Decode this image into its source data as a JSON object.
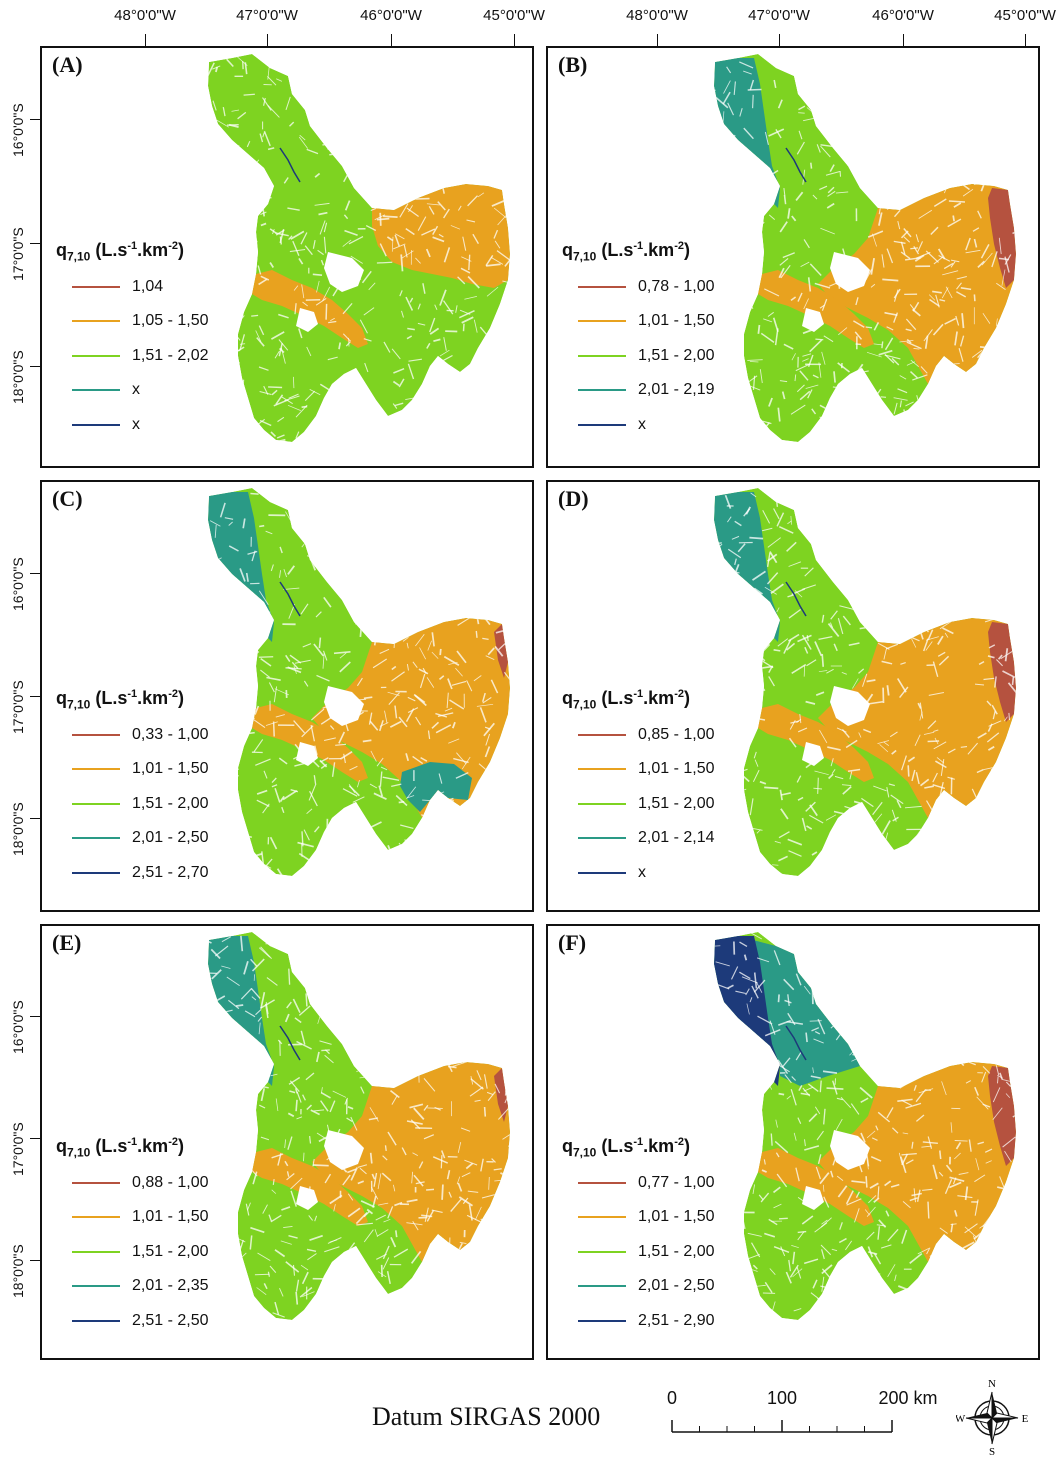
{
  "longitude_labels": [
    "48°0'0\"W",
    "47°0'0\"W",
    "46°0'0\"W",
    "45°0'0\"W"
  ],
  "latitude_labels": [
    "16°0'0\"S",
    "17°0'0\"S",
    "18°0'0\"S"
  ],
  "legend_title": {
    "prefix": "q",
    "sub": "7,10",
    "unit_open": " (L.s",
    "sup1": "-1",
    "unit_mid": ".km",
    "sup2": "-2",
    "unit_close": ")"
  },
  "colors": {
    "red": "#b5523f",
    "orange": "#e8a21f",
    "green": "#7ed321",
    "teal": "#2a9a86",
    "navy": "#1d3a7a"
  },
  "panels": [
    {
      "letter": "(A)",
      "legend": [
        {
          "label": "1,04",
          "color_key": "red"
        },
        {
          "label": "1,05 - 1,50",
          "color_key": "orange"
        },
        {
          "label": "1,51 - 2,02",
          "color_key": "green"
        },
        {
          "label": "x",
          "color_key": "teal"
        },
        {
          "label": "x",
          "color_key": "navy"
        }
      ]
    },
    {
      "letter": "(B)",
      "legend": [
        {
          "label": "0,78 - 1,00",
          "color_key": "red"
        },
        {
          "label": "1,01 - 1,50",
          "color_key": "orange"
        },
        {
          "label": "1,51 - 2,00",
          "color_key": "green"
        },
        {
          "label": "2,01 - 2,19",
          "color_key": "teal"
        },
        {
          "label": "x",
          "color_key": "navy"
        }
      ]
    },
    {
      "letter": "(C)",
      "legend": [
        {
          "label": "0,33 - 1,00",
          "color_key": "red"
        },
        {
          "label": "1,01 - 1,50",
          "color_key": "orange"
        },
        {
          "label": "1,51 - 2,00",
          "color_key": "green"
        },
        {
          "label": "2,01 - 2,50",
          "color_key": "teal"
        },
        {
          "label": "2,51 - 2,70",
          "color_key": "navy"
        }
      ]
    },
    {
      "letter": "(D)",
      "legend": [
        {
          "label": "0,85 - 1,00",
          "color_key": "red"
        },
        {
          "label": "1,01 - 1,50",
          "color_key": "orange"
        },
        {
          "label": "1,51 - 2,00",
          "color_key": "green"
        },
        {
          "label": "2,01 - 2,14",
          "color_key": "teal"
        },
        {
          "label": "x",
          "color_key": "navy"
        }
      ]
    },
    {
      "letter": "(E)",
      "legend": [
        {
          "label": "0,88 - 1,00",
          "color_key": "red"
        },
        {
          "label": "1,01 - 1,50",
          "color_key": "orange"
        },
        {
          "label": "1,51 - 2,00",
          "color_key": "green"
        },
        {
          "label": "2,01 - 2,35",
          "color_key": "teal"
        },
        {
          "label": "2,51 - 2,50",
          "color_key": "navy"
        }
      ]
    },
    {
      "letter": "(F)",
      "legend": [
        {
          "label": "0,77 - 1,00",
          "color_key": "red"
        },
        {
          "label": "1,01 - 1,50",
          "color_key": "orange"
        },
        {
          "label": "1,51 - 2,00",
          "color_key": "green"
        },
        {
          "label": "2,01 - 2,50",
          "color_key": "teal"
        },
        {
          "label": "2,51 - 2,90",
          "color_key": "navy"
        }
      ]
    }
  ],
  "datum": "Datum SIRGAS 2000",
  "scale_bar": {
    "labels": [
      "0",
      "100",
      "200 km"
    ]
  },
  "compass": {
    "n": "N",
    "s": "S",
    "e": "E",
    "w": "W"
  }
}
